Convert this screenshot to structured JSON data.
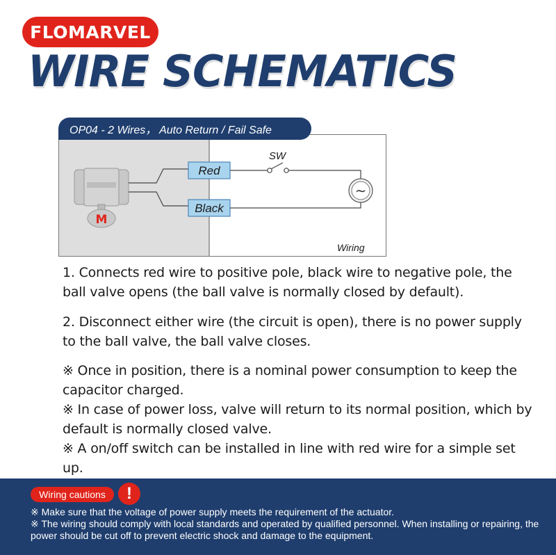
{
  "brand": "FLOMARVEL",
  "title": "WIRE SCHEMATICS",
  "diagram": {
    "tab": "OP04 - 2 Wires， Auto Return / Fail Safe",
    "labels": {
      "red": "Red",
      "black": "Black",
      "switch": "SW",
      "motor": "M",
      "wiring": "Wiring",
      "source": "∼"
    }
  },
  "body": [
    "1. Connects red wire to positive pole, black wire to negative pole, the ball valve opens (the ball valve is normally closed by default).",
    "2. Disconnect either wire (the circuit is open), there is no power supply to the ball valve, the ball valve closes.",
    "※ Once in position, there is a nominal power consumption to keep the capacitor charged.",
    "※ In case of power loss, valve will return to its normal position, which by default is normally closed valve.",
    "※  A on/off switch can be installed in line with red wire for a simple set up."
  ],
  "cautions": {
    "badge": "Wiring cautions",
    "icon": "!",
    "lines": [
      "※ Make sure that the voltage of power supply meets the requirement of the actuator.",
      "※ The wiring should comply with local standards and operated by qualified personnel. When installing or repairing, the power should be cut off to prevent electric shock and damage to the equipment."
    ]
  },
  "colors": {
    "brand_red": "#e0241b",
    "navy": "#1f3e6e",
    "label_blue": "#a9d4ee"
  }
}
